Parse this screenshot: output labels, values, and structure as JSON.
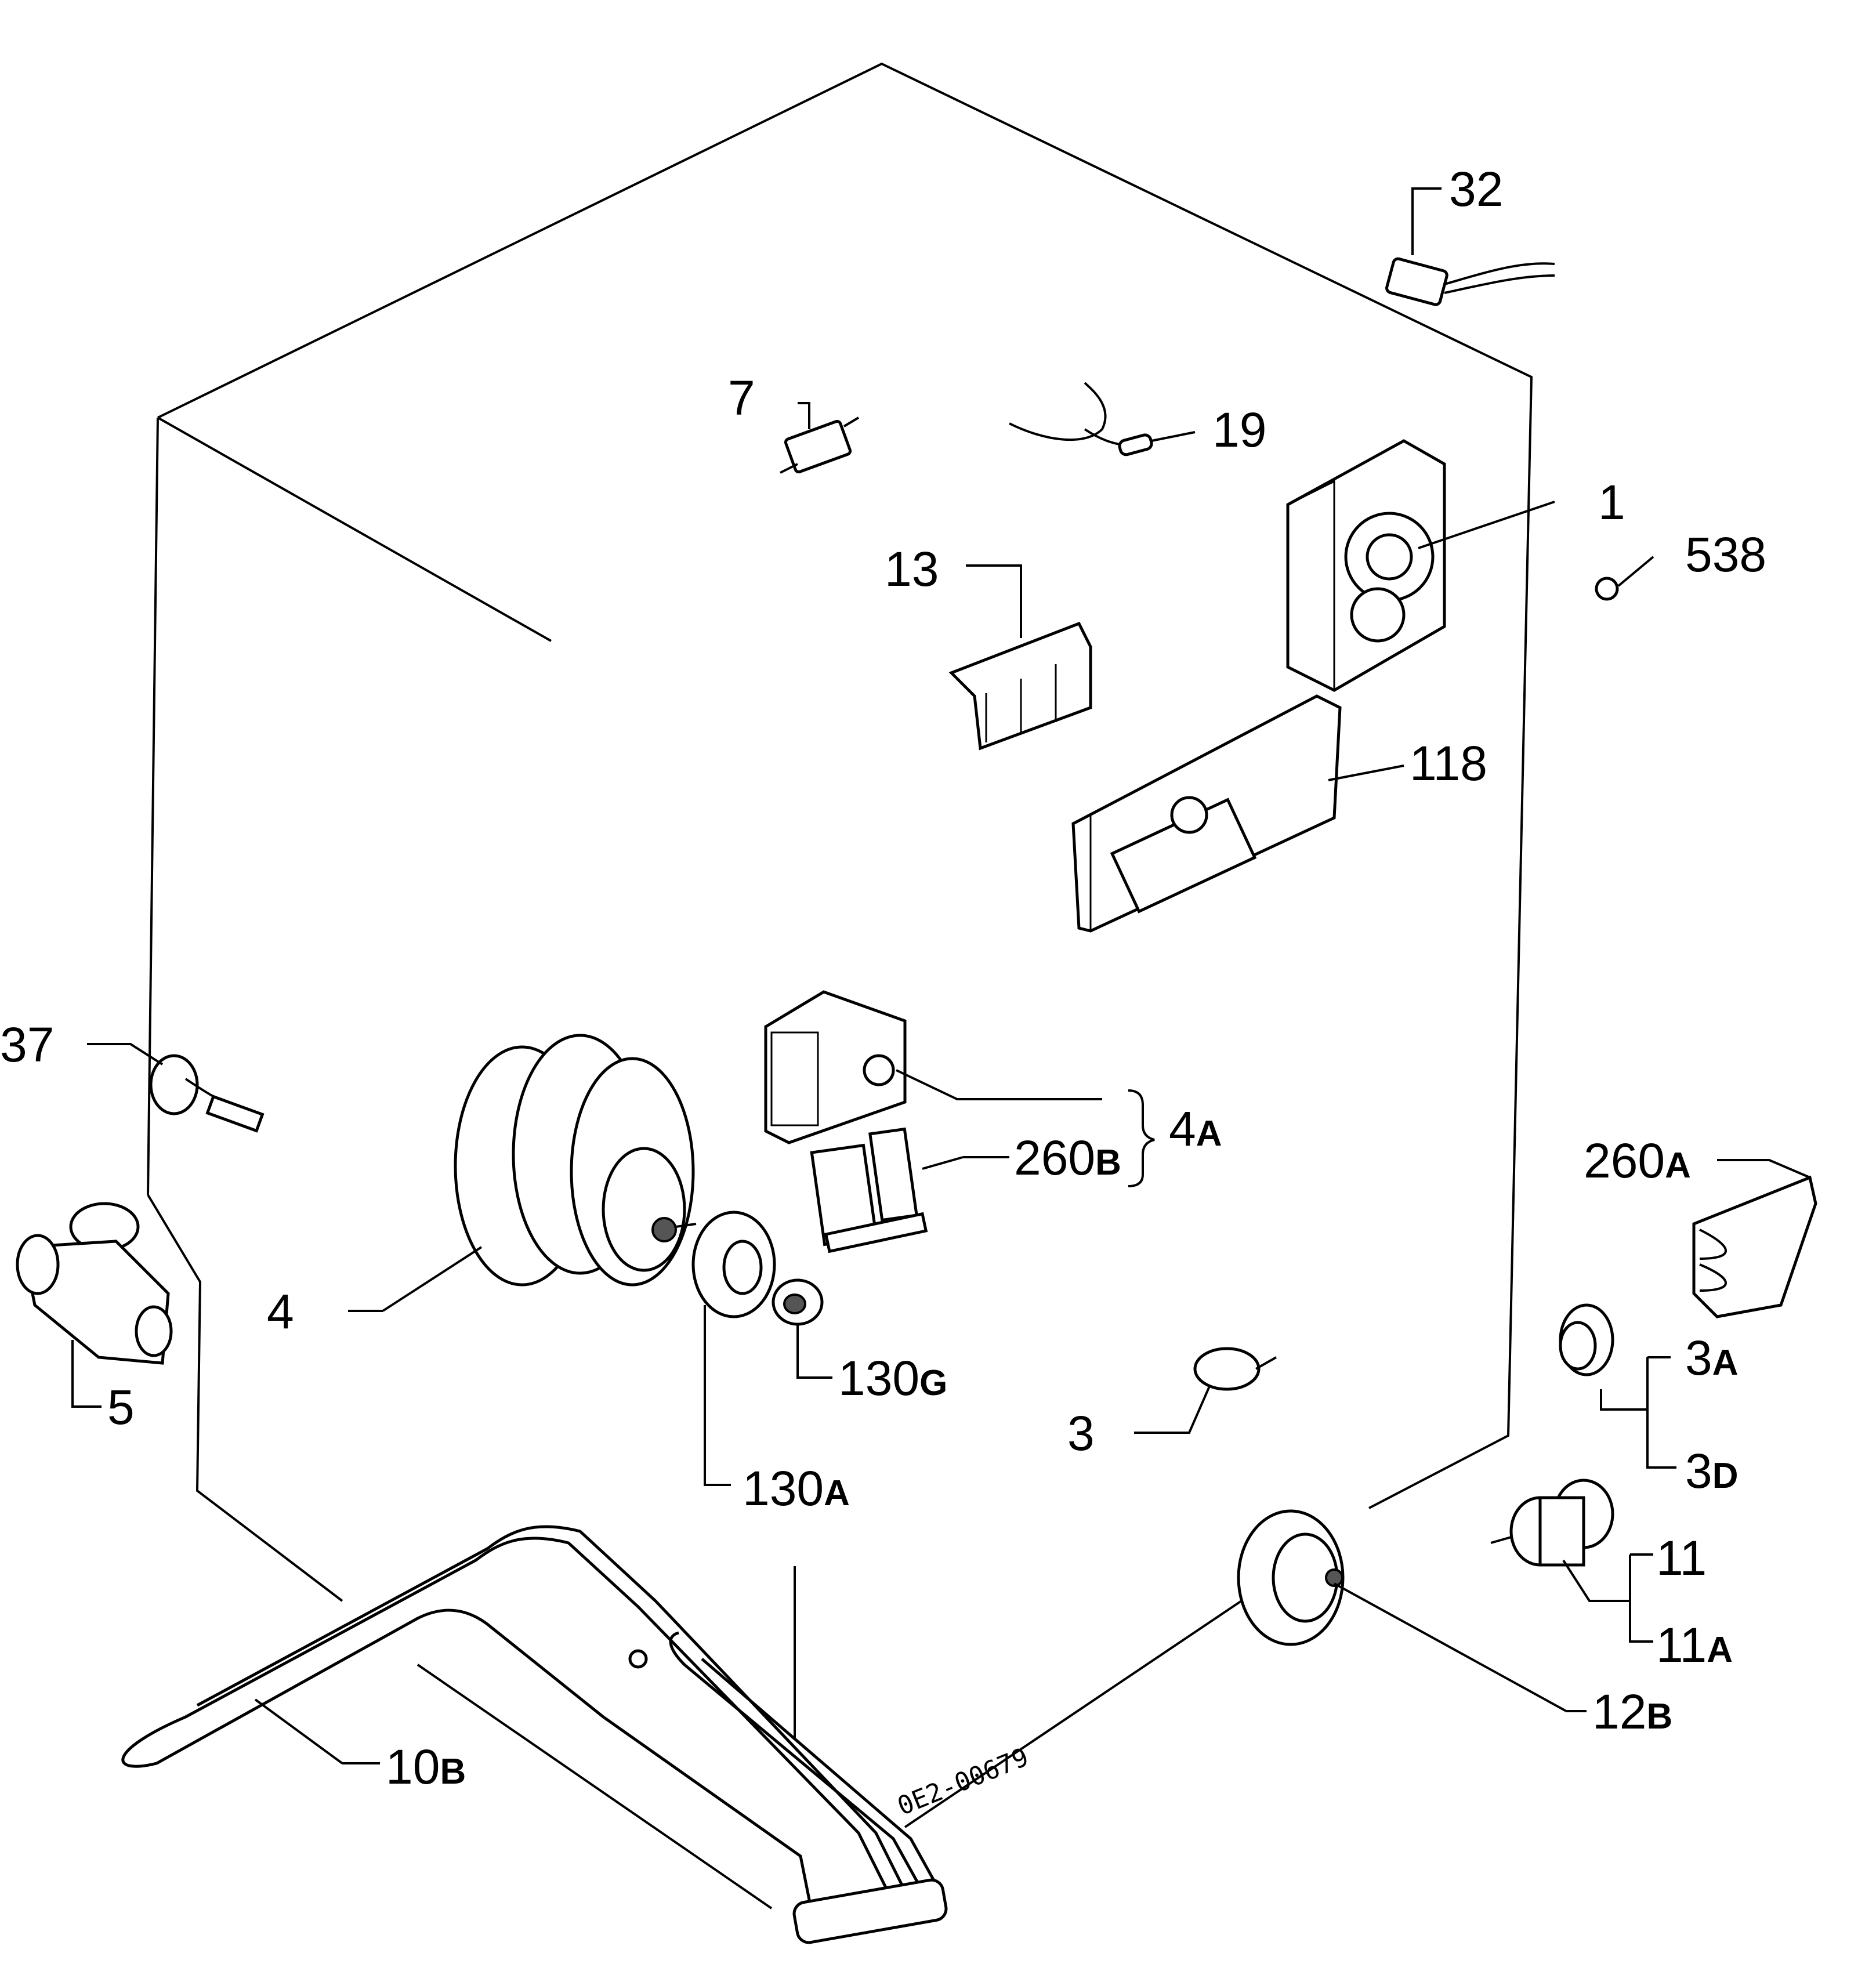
{
  "diagram": {
    "colors": {
      "ink": "#000000",
      "paper": "#ffffff"
    },
    "reference_code": "0E2-00679",
    "callouts": {
      "c32": "32",
      "c7": "7",
      "c19": "19",
      "c1": "1",
      "c538": "538",
      "c13": "13",
      "c118": "118",
      "c37": "37",
      "c4A_main": "4",
      "c4A_sub": "A",
      "c260B_main": "260",
      "c260B_sub": "B",
      "c260A_main": "260",
      "c260A_sub": "A",
      "c4": "4",
      "c5": "5",
      "c130G_main": "130",
      "c130G_sub": "G",
      "c130A_main": "130",
      "c130A_sub": "A",
      "c3": "3",
      "c3A_main": "3",
      "c3A_sub": "A",
      "c3D_main": "3",
      "c3D_sub": "D",
      "c11": "11",
      "c11A_main": "11",
      "c11A_sub": "A",
      "c12B_main": "12",
      "c12B_sub": "B",
      "c10B_main": "10",
      "c10B_sub": "B"
    }
  }
}
